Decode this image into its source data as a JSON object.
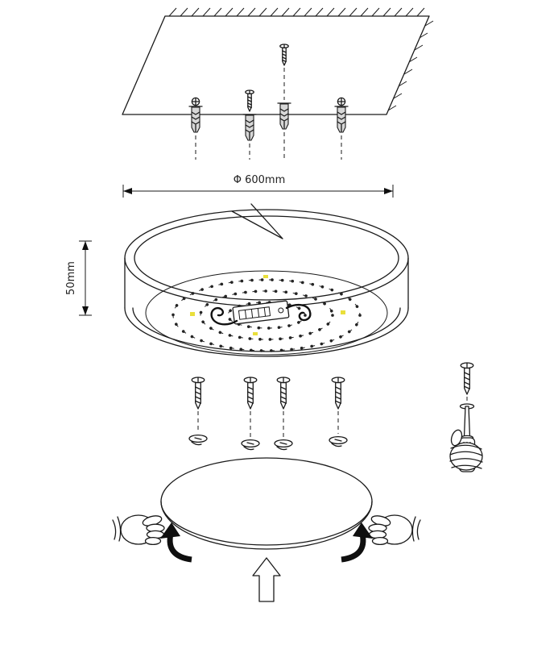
{
  "diagram": {
    "labels": {
      "diameter": "Φ 600mm",
      "height": "50mm"
    }
  },
  "colors": {
    "line": "#1a1a1a",
    "background": "#ffffff",
    "led_highlight": "#e9df3b"
  },
  "icons": {
    "ceiling_panel": "ceiling-mounting-surface",
    "wall_plug": "wall-plug-anchor",
    "screw": "mounting-screw",
    "lamp_body": "ceiling-lamp-body",
    "led_rings": "led-array",
    "driver": "driver-terminal-block",
    "diffuser": "diffuser-cover",
    "hands": "rotating-hands",
    "rotate_arrows": "rotate-direction-arrows",
    "push_arrow": "push-up-arrow",
    "screwdriver": "screwdriver-in-hand"
  }
}
